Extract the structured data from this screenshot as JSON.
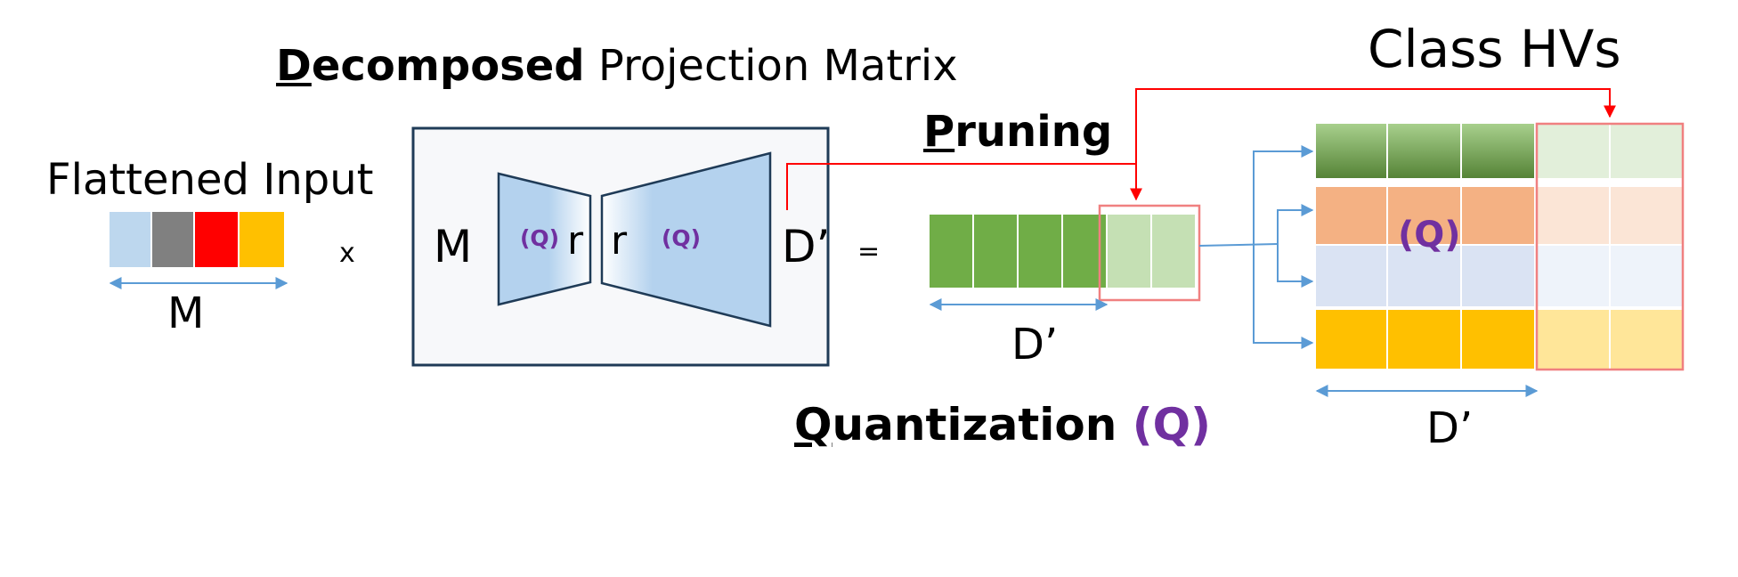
{
  "labels": {
    "flattened_input": "Flattened Input",
    "input_dim": "M",
    "multiply": "x",
    "equals": "=",
    "title_bold_initial": "D",
    "title_bold_rest": "ecomposed",
    "title_rest": " Projection Matrix",
    "matrix_m": "M",
    "matrix_r_left": "r",
    "matrix_r_right": "r",
    "matrix_q_left": "(Q)",
    "matrix_q_right": "(Q)",
    "matrix_d": "D’",
    "pruning_initial": "P",
    "pruning_rest": "runing",
    "vector_dim": "D’",
    "quantization_initial": "Q",
    "quantization_rest": "uantization ",
    "quantization_q": "(Q)",
    "class_hvs": "Class HVs",
    "class_q": "(Q)",
    "class_dim": "D’"
  },
  "colors": {
    "input_blocks": [
      "#bdd7ee",
      "#808080",
      "#ff0000",
      "#ffc000"
    ],
    "vector_green": "#70ad47",
    "vector_pruned": "#c5e0b4",
    "class_rows": [
      "#70ad47",
      "#f4b183",
      "#dae3f3",
      "#ffc000"
    ],
    "class_rows_pruned": [
      "#e2efda",
      "#fbe5d6",
      "#eef3fa",
      "#ffe699"
    ],
    "prune_red": "#ff0000",
    "prune_box": "#f08080",
    "arrow_blue": "#5b9bd5",
    "matrix_border": "#1f3b57",
    "trapezoid_fill": "#b4d2ee",
    "quant_purple": "#7030a0"
  }
}
